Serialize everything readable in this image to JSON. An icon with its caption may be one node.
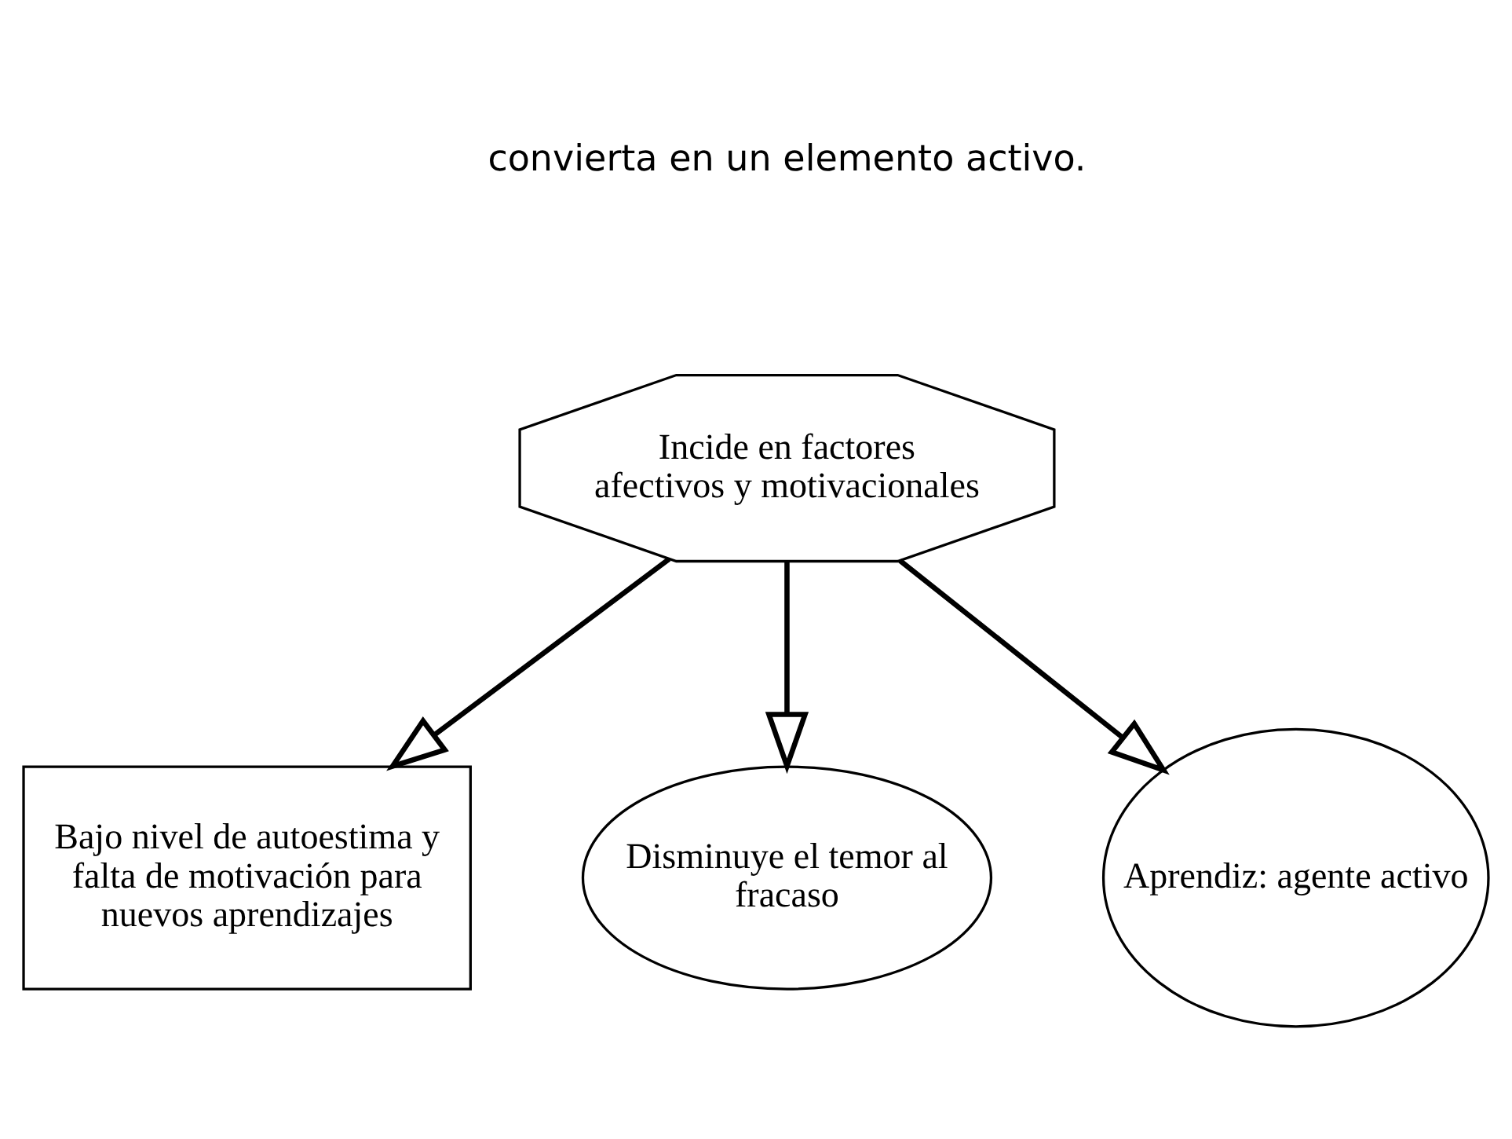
{
  "diagram": {
    "nodes": [
      {
        "text": [
          "Incide en factores afectivos y motivacionales"
        ]
      },
      {
        "text": [
          "Bajo nivel de autoestima y falta de motivación para nuevos aprendizajes"
        ]
      },
      {
        "text": [
          "Disminuye el temor al fracaso"
        ]
      },
      {
        "text": [
          "Aprendiz: agente activo"
        ]
      }
    ],
    "edges": [
      {
        "from": 0,
        "to": 1,
        "arrow": "to"
      },
      {
        "from": 0,
        "to": 2,
        "arrow": "to"
      },
      {
        "from": 0,
        "to": 3,
        "arrow": "to"
      }
    ],
    "labels": [
      "convierta en un elemento activo."
    ]
  }
}
